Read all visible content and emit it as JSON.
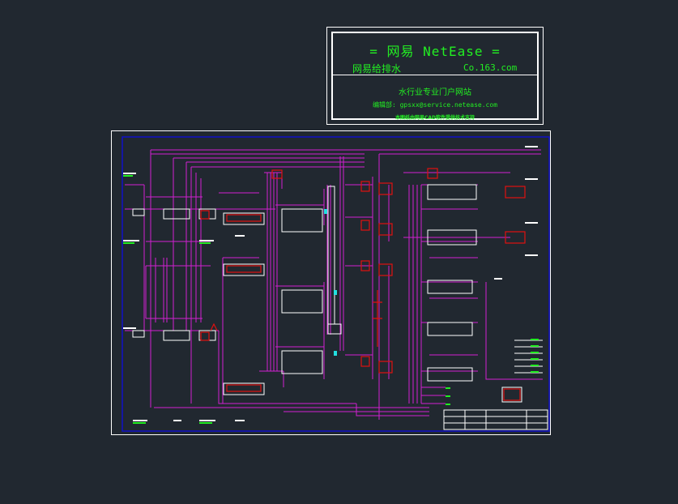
{
  "stamp": {
    "title": "= 网易 NetEase =",
    "left_label": "网易给排水",
    "right_label": "Co.163.com",
    "slogan": "水行业专业门户网站",
    "email": "编辑部: gpsxx@service.netease.com",
    "note": "本图纸由网易CAD软件提供技术支持"
  },
  "colors": {
    "background": "#212830",
    "frame": "#1010c8",
    "pipe": "#d21fd2",
    "equipment": "#e01010",
    "text": "#22ee22",
    "line": "#ffffff"
  },
  "drawing": {
    "icon": "process-flow-diagram-icon"
  }
}
